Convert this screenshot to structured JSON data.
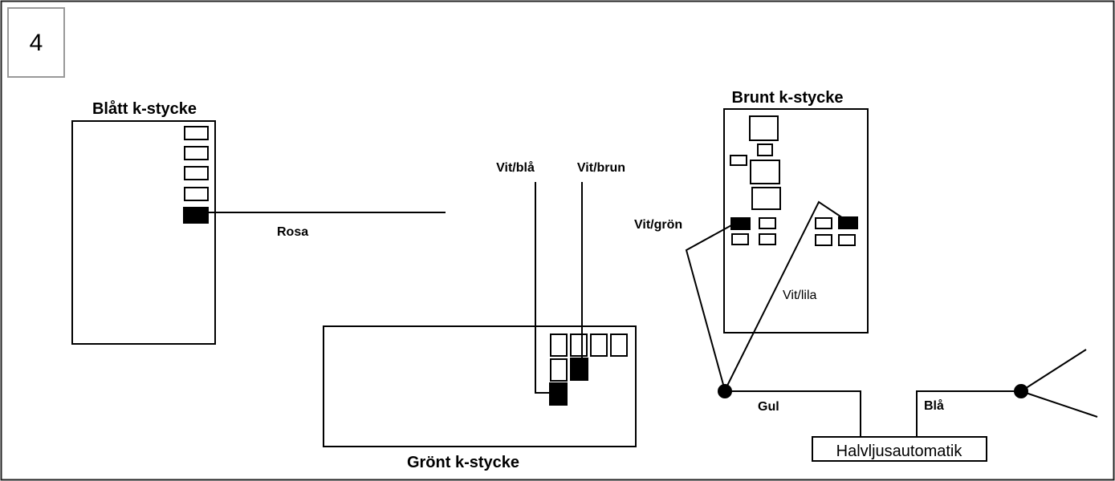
{
  "step_number": "4",
  "components": {
    "blue_block": {
      "title": "Blått k-stycke"
    },
    "green_block": {
      "title": "Grönt k-stycke"
    },
    "brown_block": {
      "title": "Brunt k-stycke"
    },
    "relay": {
      "label": "Halvljusautomatik"
    }
  },
  "wires": {
    "rosa": "Rosa",
    "vit_bla": "Vit/blå",
    "vit_brun": "Vit/brun",
    "vit_gron": "Vit/grön",
    "vit_lila": "Vit/lila",
    "gul": "Gul",
    "bla": "Blå"
  },
  "colors": {
    "line": "#000000",
    "background": "#ffffff",
    "frame": "#222222",
    "step_box_border": "#999999"
  }
}
